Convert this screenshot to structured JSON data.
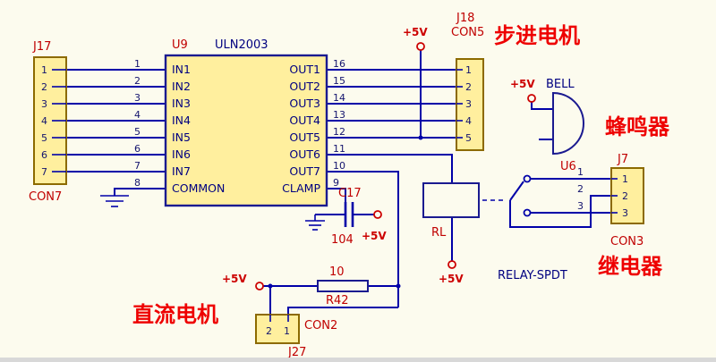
{
  "power": {
    "label": "+5V"
  },
  "j17": {
    "ref": "J17",
    "type": "CON7",
    "pins": [
      "1",
      "2",
      "3",
      "4",
      "5",
      "6",
      "7"
    ]
  },
  "u9": {
    "ref": "U9",
    "part": "ULN2003",
    "inputs": [
      "IN1",
      "IN2",
      "IN3",
      "IN4",
      "IN5",
      "IN6",
      "IN7"
    ],
    "common": "COMMON",
    "clamp": "CLAMP",
    "outputs": [
      "OUT1",
      "OUT2",
      "OUT3",
      "OUT4",
      "OUT5",
      "OUT6",
      "OUT7"
    ],
    "left_pin_numbers": [
      "1",
      "2",
      "3",
      "4",
      "5",
      "6",
      "7",
      "8"
    ],
    "right_pin_numbers": [
      "16",
      "15",
      "14",
      "13",
      "12",
      "11",
      "10",
      "9"
    ]
  },
  "j18": {
    "ref": "J18",
    "type": "CON5",
    "pins": [
      "1",
      "2",
      "3",
      "4",
      "5"
    ],
    "label_cn": "步进电机"
  },
  "buzzer": {
    "ref": "U6",
    "part": "BELL",
    "label_cn": "蜂鸣器"
  },
  "relay": {
    "coil_ref": "RL",
    "switch_part": "RELAY-SPDT"
  },
  "j7": {
    "ref": "J7",
    "type": "CON3",
    "pins": [
      "1",
      "2",
      "3"
    ],
    "label_cn": "继电器"
  },
  "c17": {
    "ref": "C17",
    "value": "104"
  },
  "r42": {
    "ref": "R42",
    "value": "10"
  },
  "j27": {
    "ref": "J27",
    "type": "CON2",
    "pins": [
      "2",
      "1"
    ],
    "label_cn": "直流电机"
  },
  "colors": {
    "wire": "#0000a8",
    "component_fill": "#ffef9e",
    "ref_text": "#c00000",
    "cn_label": "#ee0000"
  }
}
